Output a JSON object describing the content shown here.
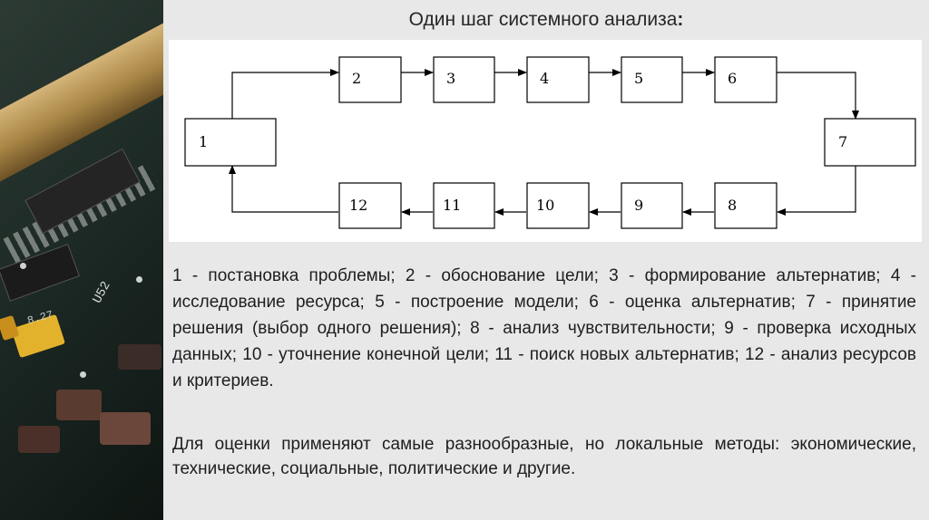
{
  "title": "Один шаг системного анализа",
  "title_suffix": ":",
  "diagram": {
    "blocks": [
      "1",
      "2",
      "3",
      "4",
      "5",
      "6",
      "7",
      "8",
      "9",
      "10",
      "11",
      "12"
    ]
  },
  "description": "1 - постановка проблемы; 2 - обоснование цели; 3 - формирование альтернатив; 4 - исследование ресурса; 5 - построение модели; 6 - оценка альтернатив; 7 - принятие решения (выбор одного решения); 8 - анализ чувствительности; 9 - проверка исходных данных; 10 - уточнение конечной цели; 11 - поиск новых альтернатив; 12 - анализ ресурсов и критериев.",
  "note": "Для оценки применяют самые разнообразные, но локальные методы: экономические, технические, социальные, политические и другие.",
  "background_text": {
    "label1": "U52",
    "label2": "8.27"
  }
}
